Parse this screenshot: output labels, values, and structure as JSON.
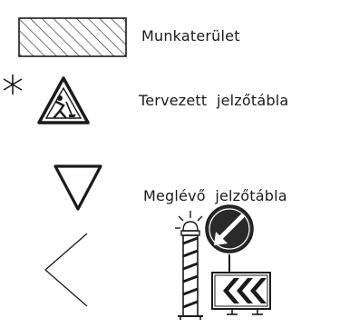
{
  "legend": {
    "items": [
      {
        "label": "Munkaterület",
        "symbol": "hatched-rectangle"
      },
      {
        "label": "Tervezett  jelzőtábla",
        "symbol": "road-works-warning-sign",
        "marker": "*"
      },
      {
        "label": "Meglévő  jelzőtábla",
        "symbol": "inverted-triangle-sign"
      }
    ],
    "extra_symbols": [
      "open-angle-chevron",
      "barrier-with-warning-light",
      "keep-right-sign",
      "chevron-board"
    ]
  },
  "colors": {
    "ink": "#1a1a1a",
    "background": "#ffffff"
  }
}
